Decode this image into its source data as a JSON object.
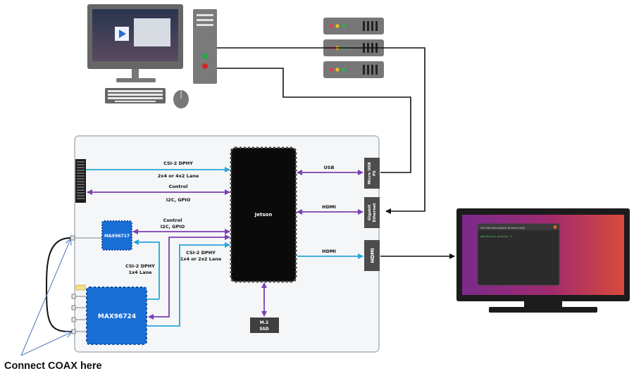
{
  "chips": {
    "jetson": "Jetson",
    "max96717": "MAX96717",
    "max96724": "MAX96724",
    "m2_line1": "M.2",
    "m2_line2": "SSD"
  },
  "connectors": {
    "micro_usb_line1": "Micro USB",
    "micro_usb_line2": "PS",
    "gigabit_line1": "Gigabit",
    "gigabit_line2": "Ethernet",
    "hdmi": "HDMI"
  },
  "links": {
    "csi_top_1": "CSI-2 DPHY",
    "csi_top_2": "2x4 or 4x2 Lane",
    "control_top_1": "Control",
    "control_top_2": "I2C, GPIO",
    "control_mid_1": "Control",
    "control_mid_2": "I2C, GPIO",
    "csi_mid_1": "CSI-2 DPHY",
    "csi_mid_2": "1x4 or 2x2 Lane",
    "csi_left_1": "CSI-2 DPHY",
    "csi_left_2": "1x4 Lane",
    "usb": "USB",
    "hdmi_top": "HDMI",
    "hdmi_bottom": "HDMI"
  },
  "annotation": "Connect COAX here",
  "monitor": {
    "menu": "File Edit View Search Terminal Help",
    "prompt": "gmsl@linux-desktop:~$"
  },
  "colors": {
    "blue_link": "#29a3d8",
    "purple_link": "#7b3fb0",
    "chip_blue": "#1a6fd6",
    "board_bg": "#f4f6f8"
  }
}
